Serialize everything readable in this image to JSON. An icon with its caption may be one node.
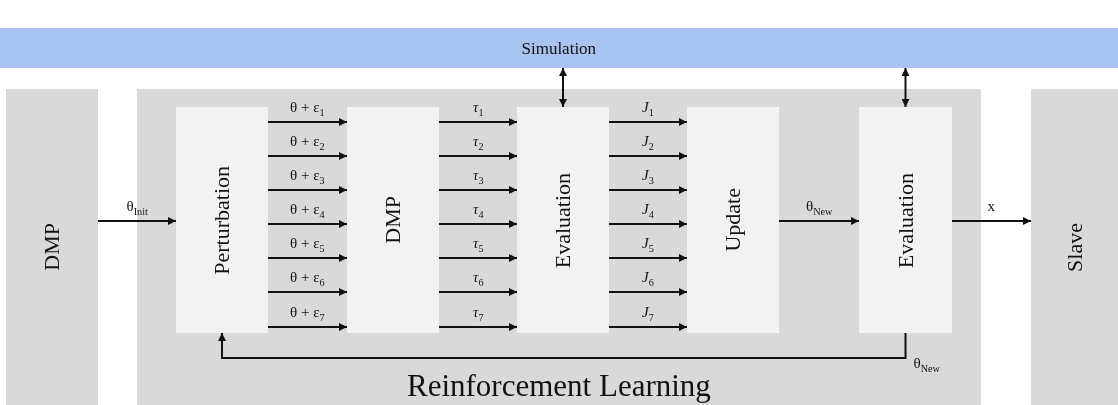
{
  "diagram": {
    "nodes": [
      {
        "text": [
          "Simulation"
        ]
      },
      {
        "text": [
          "DMP"
        ]
      },
      {
        "text": [
          "Reinforcement Learning"
        ]
      },
      {
        "text": [
          "Perturbation"
        ],
        "in": 2
      },
      {
        "text": [
          "DMP"
        ],
        "in": 2
      },
      {
        "text": [
          "Evaluation"
        ],
        "in": 2
      },
      {
        "text": [
          "Update"
        ],
        "in": 2
      },
      {
        "text": [
          "Evaluation"
        ],
        "in": 2
      },
      {
        "text": [
          "Slave"
        ]
      }
    ],
    "edges": [
      {
        "from": 1,
        "to": 3,
        "arrow": "to",
        "label": "θ$_{Init}$"
      },
      {
        "from": 3,
        "to": 4,
        "arrow": "to",
        "label": "θ + ε$_{1}$"
      },
      {
        "from": 3,
        "to": 4,
        "arrow": "to",
        "label": "θ + ε$_{2}$"
      },
      {
        "from": 3,
        "to": 4,
        "arrow": "to",
        "label": "θ + ε$_{3}$"
      },
      {
        "from": 3,
        "to": 4,
        "arrow": "to",
        "label": "θ + ε$_{4}$"
      },
      {
        "from": 3,
        "to": 4,
        "arrow": "to",
        "label": "θ + ε$_{5}$"
      },
      {
        "from": 3,
        "to": 4,
        "arrow": "to",
        "label": "θ + ε$_{6}$"
      },
      {
        "from": 3,
        "to": 4,
        "arrow": "to",
        "label": "θ + ε$_{7}$"
      },
      {
        "from": 4,
        "to": 5,
        "arrow": "to",
        "label": "*τ*$_{1}$"
      },
      {
        "from": 4,
        "to": 5,
        "arrow": "to",
        "label": "*τ*$_{2}$"
      },
      {
        "from": 4,
        "to": 5,
        "arrow": "to",
        "label": "*τ*$_{3}$"
      },
      {
        "from": 4,
        "to": 5,
        "arrow": "to",
        "label": "*τ*$_{4}$"
      },
      {
        "from": 4,
        "to": 5,
        "arrow": "to",
        "label": "*τ*$_{5}$"
      },
      {
        "from": 4,
        "to": 5,
        "arrow": "to",
        "label": "*τ*$_{6}$"
      },
      {
        "from": 4,
        "to": 5,
        "arrow": "to",
        "label": "*τ*$_{7}$"
      },
      {
        "from": 5,
        "to": 6,
        "arrow": "to",
        "label": "*J*$_{1}$"
      },
      {
        "from": 5,
        "to": 6,
        "arrow": "to",
        "label": "*J*$_{2}$"
      },
      {
        "from": 5,
        "to": 6,
        "arrow": "to",
        "label": "*J*$_{3}$"
      },
      {
        "from": 5,
        "to": 6,
        "arrow": "to",
        "label": "*J*$_{4}$"
      },
      {
        "from": 5,
        "to": 6,
        "arrow": "to",
        "label": "*J*$_{5}$"
      },
      {
        "from": 5,
        "to": 6,
        "arrow": "to",
        "label": "*J*$_{6}$"
      },
      {
        "from": 5,
        "to": 6,
        "arrow": "to",
        "label": "*J*$_{7}$"
      },
      {
        "from": 0,
        "to": 5,
        "arrow": "both"
      },
      {
        "from": 6,
        "to": 7,
        "arrow": "to",
        "label": "θ$_{New}$"
      },
      {
        "from": 0,
        "to": 7,
        "arrow": "both"
      },
      {
        "from": 7,
        "to": 8,
        "arrow": "to",
        "label": "x"
      },
      {
        "from": 7,
        "to": 3,
        "arrow": "to",
        "label": "θ$_{New}$"
      }
    ]
  }
}
